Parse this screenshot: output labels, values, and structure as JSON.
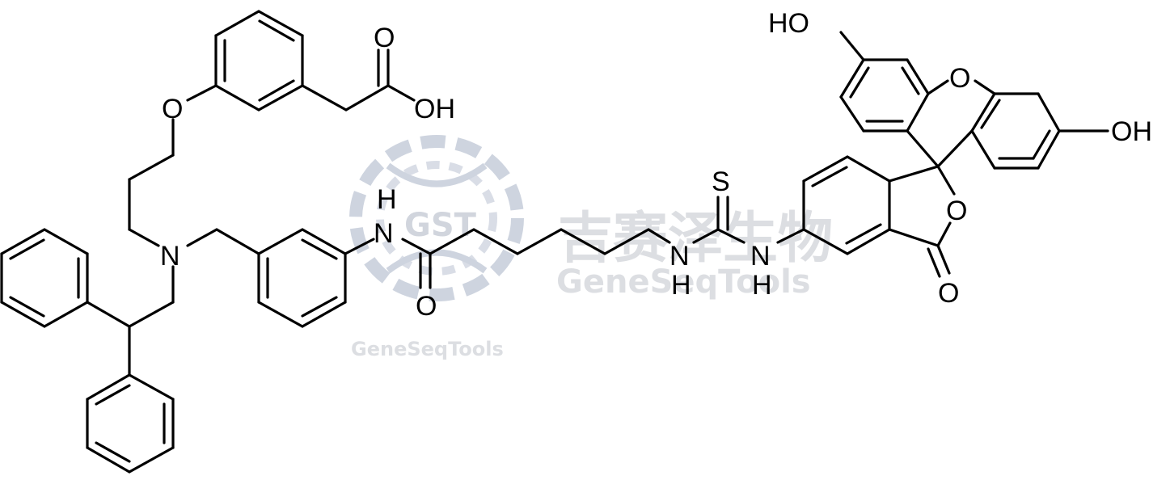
{
  "watermark": {
    "logo_text": "GST",
    "company_cn": "吉赛泽生物",
    "company_en": "GeneSeqTools",
    "small_text": "GeneSeqTools",
    "colors": {
      "dna": "#b8c0d2",
      "text": "#d4d8de"
    }
  },
  "atom_labels": {
    "carbonyl_o_top": "O",
    "acid_oh": "OH",
    "ether_o": "O",
    "amine_n": "N",
    "amide_nh_h": "H",
    "amide_nh_n": "N",
    "amide_o": "O",
    "thio_s": "S",
    "thio_n1": "N",
    "thio_h1": "H",
    "thio_n2": "N",
    "thio_h2": "H",
    "xanthene_o": "O",
    "phenol_oh_left": "HO",
    "phenol_oh_right": "OH",
    "lactone_o": "O",
    "lactone_co": "O"
  }
}
